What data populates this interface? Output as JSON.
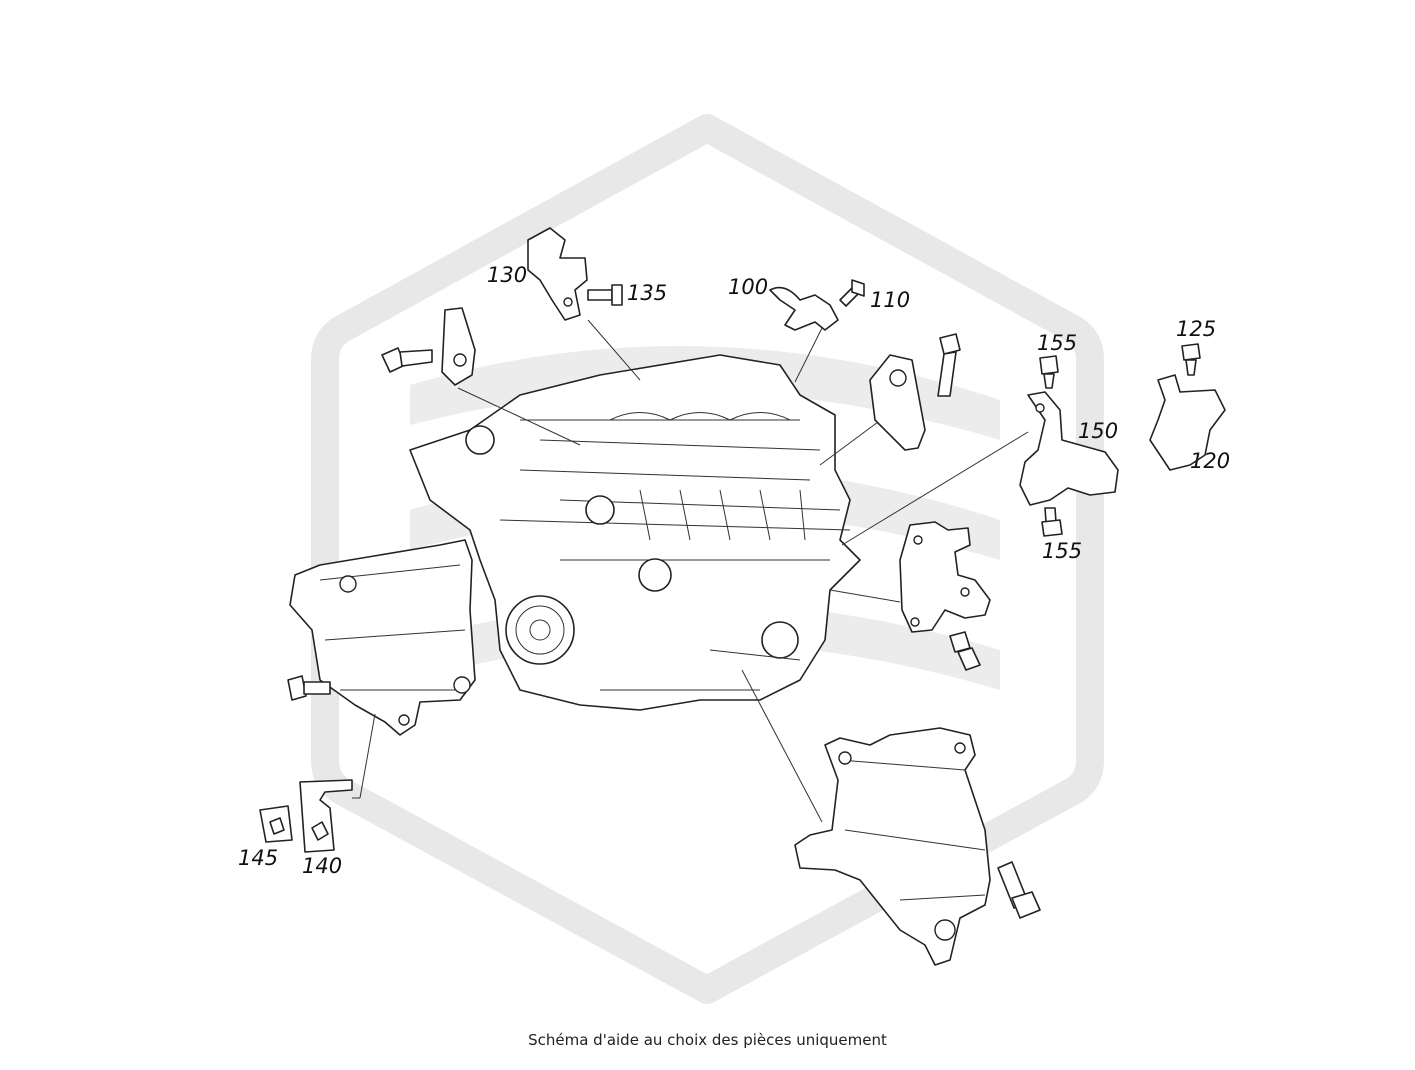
{
  "caption": "Schéma d'aide au choix des pièces uniquement",
  "watermark": {
    "icon": "hexagon-logo-icon",
    "color": "#e6e6e6"
  },
  "callouts": [
    {
      "id": "130",
      "label": "130"
    },
    {
      "id": "135",
      "label": "135"
    },
    {
      "id": "100",
      "label": "100"
    },
    {
      "id": "110",
      "label": "110"
    },
    {
      "id": "155a",
      "label": "155"
    },
    {
      "id": "125",
      "label": "125"
    },
    {
      "id": "150",
      "label": "150"
    },
    {
      "id": "120",
      "label": "120"
    },
    {
      "id": "155b",
      "label": "155"
    },
    {
      "id": "145",
      "label": "145"
    },
    {
      "id": "140",
      "label": "140"
    }
  ]
}
